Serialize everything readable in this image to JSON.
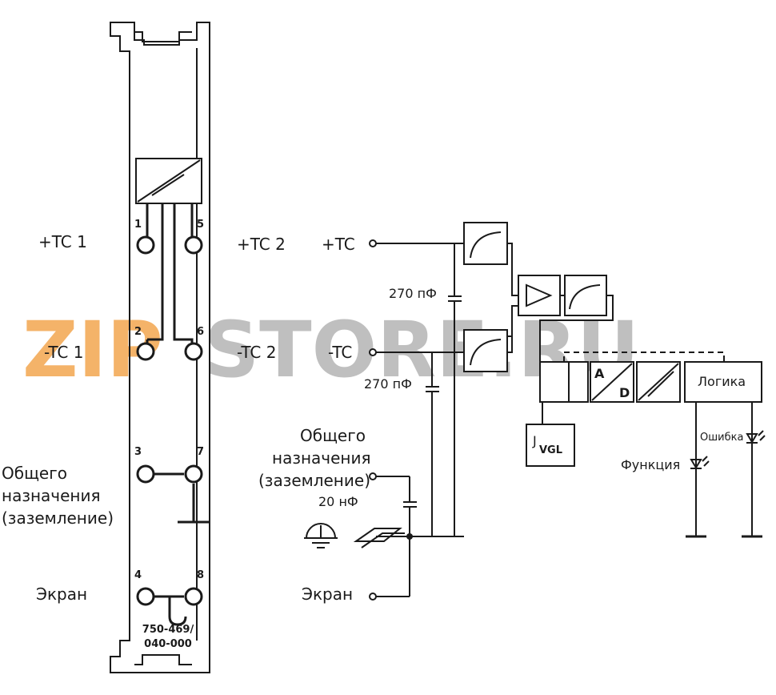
{
  "watermark": {
    "zip": "ZIP",
    "rest": "STORE.RU",
    "zip_color": "#f3a64f",
    "rest_color": "#b5b5b5"
  },
  "module": {
    "part_number_line1": "750-469/",
    "part_number_line2": "040-000",
    "pins": [
      "1",
      "5",
      "2",
      "6",
      "3",
      "7",
      "4",
      "8"
    ],
    "labels": {
      "tc1_plus": "+TC 1",
      "tc2_plus": "+TC 2",
      "tc1_minus": "-TC 1",
      "tc2_minus": "-TC 2",
      "common_line1": "Общего",
      "common_line2": "назначения",
      "common_line3": "(заземление)",
      "shield": "Экран"
    }
  },
  "circuit": {
    "tc_plus": "+TC",
    "tc_minus": "-TC",
    "cap1": "270 пФ",
    "cap2": "270 пФ",
    "cap3": "20 нФ",
    "common_line1": "Общего",
    "common_line2": "назначения",
    "common_line3": "(заземление)",
    "shield": "Экран",
    "adc_a": "A",
    "adc_d": "D",
    "logic": "Логика",
    "vgl_j": "J",
    "vgl_sub": "VGL",
    "error": "Ошибка",
    "function": "Функция"
  },
  "colors": {
    "line": "#1a1a1a",
    "background": "#ffffff"
  }
}
